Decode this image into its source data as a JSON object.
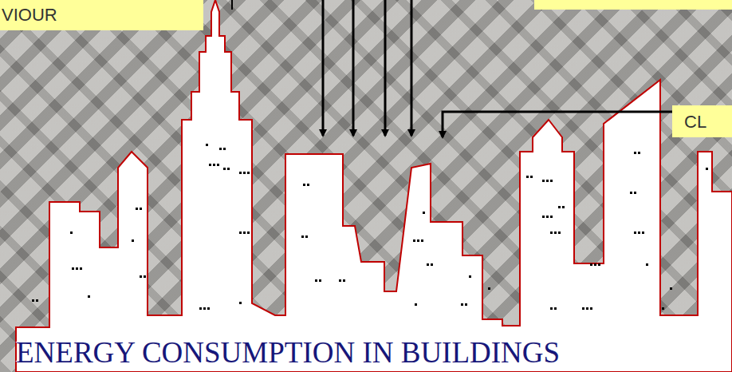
{
  "diagram": {
    "nodes": [
      {
        "text": [
          "VIOUR"
        ]
      },
      {
        "text": [
          "CL"
        ]
      },
      {
        "text": [
          "ENERGY CONSUMPTION IN BUILDINGS"
        ]
      }
    ],
    "edges": [
      {
        "from": 1,
        "to": 2,
        "arrow": "to"
      }
    ]
  }
}
